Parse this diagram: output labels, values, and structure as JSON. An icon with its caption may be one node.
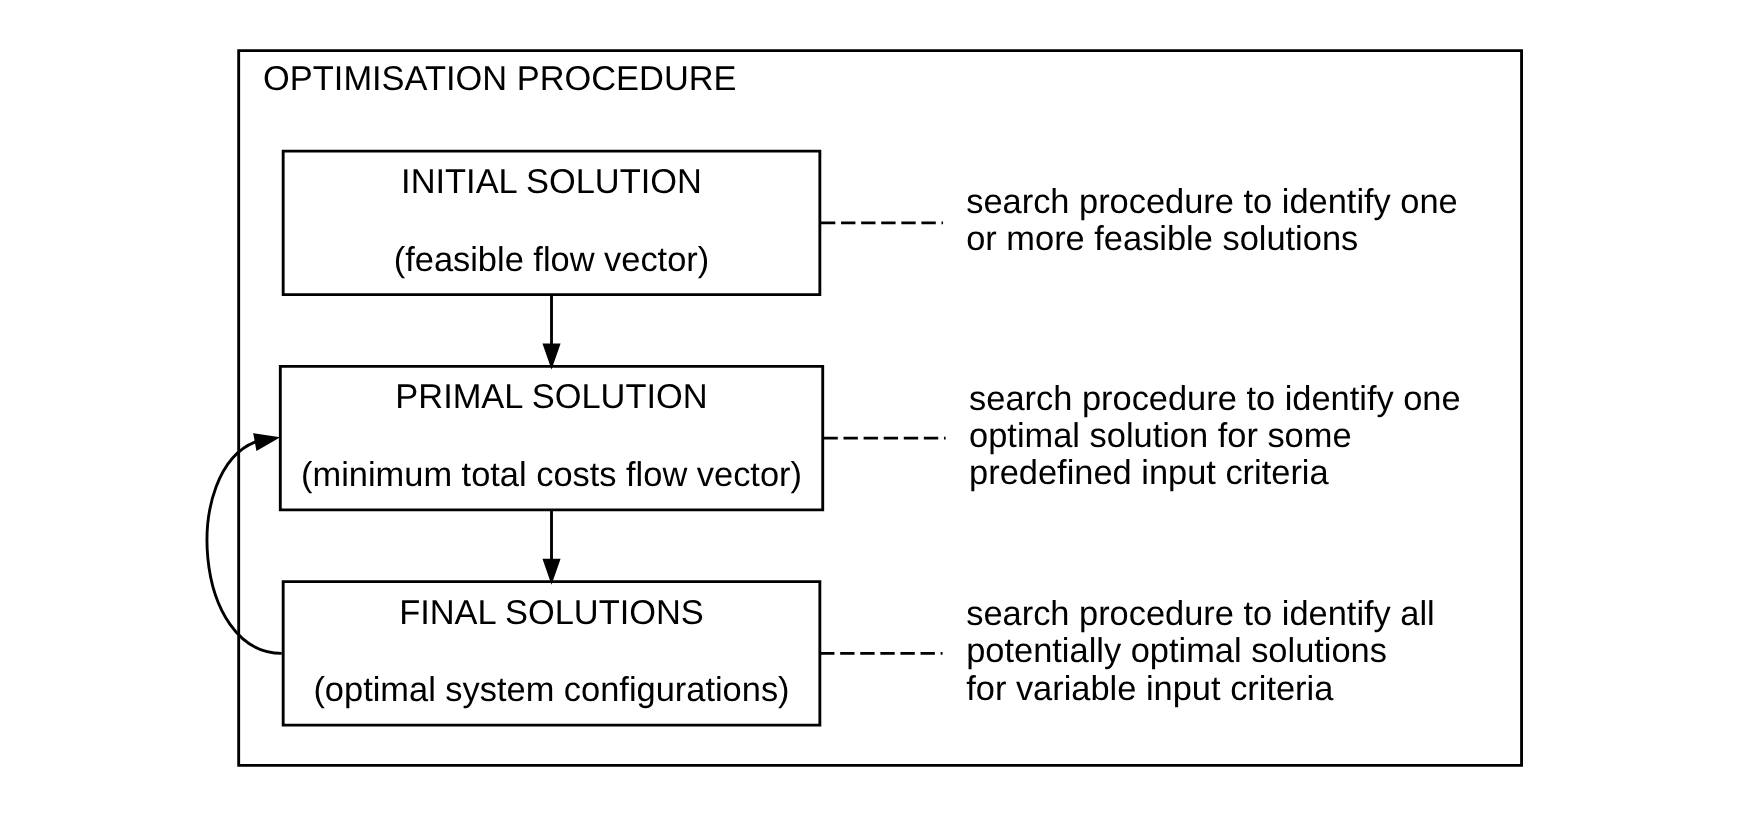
{
  "diagram": {
    "nodes": [
      {
        "text": [
          "OPTIMISATION PROCEDURE"
        ]
      },
      {
        "text": [
          "INITIAL SOLUTION",
          "(feasible flow vector)"
        ],
        "in": 0
      },
      {
        "text": [
          "PRIMAL SOLUTION",
          "(minimum total costs flow vector)"
        ],
        "in": 0
      },
      {
        "text": [
          "FINAL SOLUTIONS",
          "(optimal system configurations)"
        ],
        "in": 0
      },
      {
        "text": [
          "search procedure to identify one or more feasible solutions"
        ],
        "in": 0
      },
      {
        "text": [
          "search procedure to identify one optimal solution for some predefined input criteria"
        ],
        "in": 0
      },
      {
        "text": [
          "search procedure to identify all potentially optimal solutions for variable input criteria"
        ],
        "in": 0
      }
    ],
    "edges": [
      {
        "from": 1,
        "to": 2,
        "arrow": "to"
      },
      {
        "from": 2,
        "to": 3,
        "arrow": "to"
      },
      {
        "from": 3,
        "to": 2,
        "arrow": "to"
      },
      {
        "from": 1,
        "to": 4,
        "arrow": "none",
        "style": "dashed"
      },
      {
        "from": 2,
        "to": 5,
        "arrow": "none",
        "style": "dashed"
      },
      {
        "from": 3,
        "to": 6,
        "arrow": "none",
        "style": "dashed"
      }
    ]
  }
}
